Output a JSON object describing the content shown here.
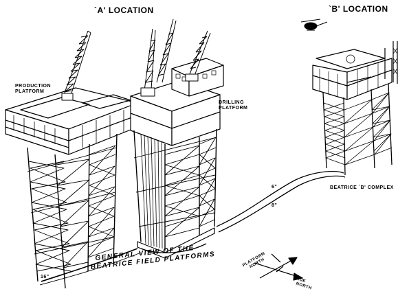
{
  "locations": {
    "a": "`A' LOCATION",
    "b": "`B' LOCATION"
  },
  "platform_labels": {
    "production_line1": "PRODUCTION",
    "production_line2": "PLATFORM",
    "drilling_line1": "DRILLING",
    "drilling_line2": "PLATFORM",
    "b_complex": "BEATRICE `B' COMPLEX"
  },
  "pipelines": {
    "p6": "6\"",
    "p8": "8\"",
    "p16": "16\""
  },
  "caption": {
    "line1": "GENERAL VIEW OF THE",
    "line2": "BEATRICE FIELD PLATFORMS"
  },
  "compass": {
    "platform_north_1": "PLATFORM",
    "platform_north_2": "NORTH",
    "true_north_1": "TRUE",
    "true_north_2": "NORTH"
  },
  "colors": {
    "ink": "#000000",
    "paper": "#ffffff"
  }
}
